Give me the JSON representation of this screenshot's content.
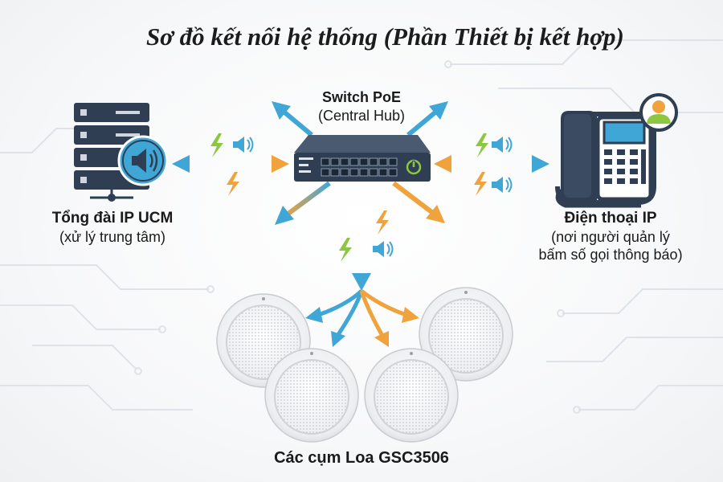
{
  "title": "Sơ đồ kết nối hệ thống (Phần Thiết bị kết hợp)",
  "nodes": {
    "switch": {
      "name": "Switch PoE",
      "sub": "(Central Hub)"
    },
    "ucm": {
      "name": "Tổng đài IP UCM",
      "sub": "(xử lý trung tâm)"
    },
    "phone": {
      "name": "Điện thoại IP",
      "sub1": "(nơi người quản lý",
      "sub2": "bấm số gọi thông báo)"
    },
    "speakers": {
      "name": "Các cụm Loa GSC3506"
    }
  },
  "colors": {
    "blue_arrow": "#3fa6d6",
    "orange_arrow": "#f0a23c",
    "device_navy": "#2f3e52",
    "power_green": "#8dc63f"
  },
  "icons": [
    "server-icon",
    "switch-icon",
    "ip-phone-icon",
    "user-avatar-icon",
    "speaker-volume-icon",
    "lightning-icon",
    "ceiling-speaker-icon"
  ]
}
